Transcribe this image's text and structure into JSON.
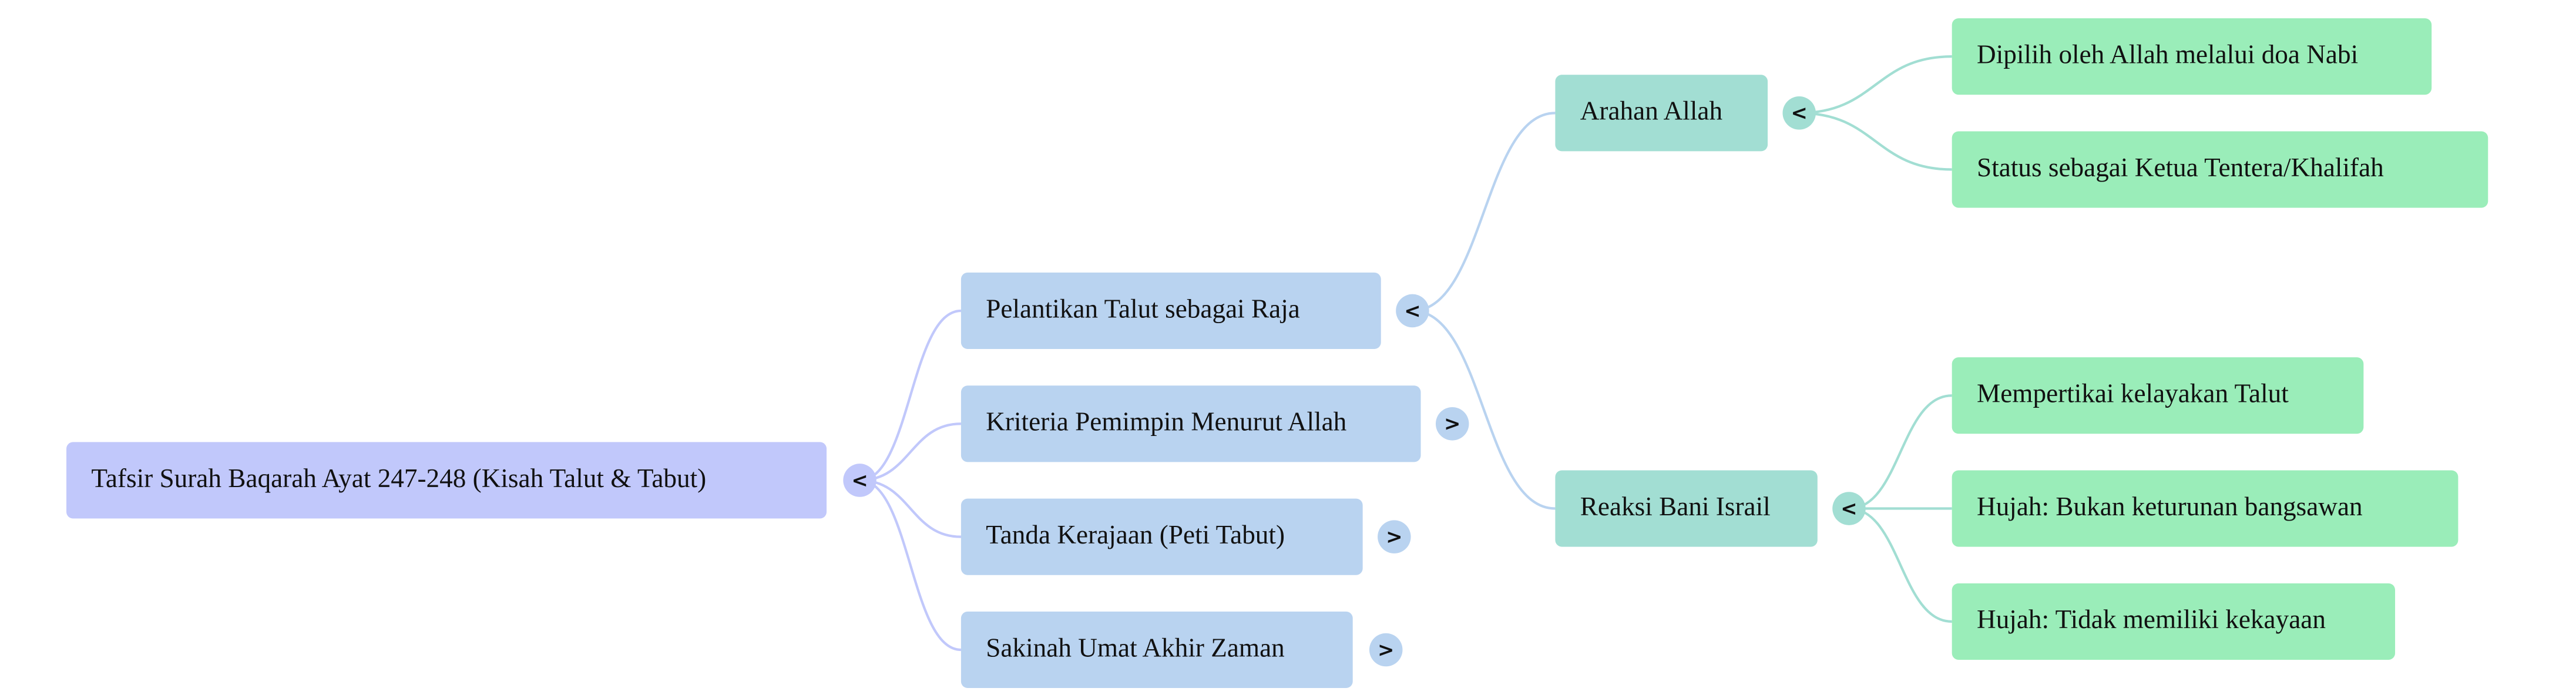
{
  "mindmap": {
    "root": {
      "label": "Tafsir Surah Baqarah Ayat 247-248 (Kisah Talut & Tabut)",
      "toggle": "<",
      "color": "#c1c8fb"
    },
    "branches": [
      {
        "label": "Pelantikan Talut sebagai Raja",
        "toggle": "<",
        "color": "#b9d3f0",
        "children": [
          {
            "label": "Arahan Allah",
            "toggle": "<",
            "color": "#a2ded3",
            "children": [
              {
                "label": "Dipilih oleh Allah melalui doa Nabi",
                "color": "#9aedb9"
              },
              {
                "label": "Status sebagai Ketua Tentera/Khalifah",
                "color": "#9aedb9"
              }
            ]
          },
          {
            "label": "Reaksi Bani Israil",
            "toggle": "<",
            "color": "#a2ded3",
            "children": [
              {
                "label": "Mempertikai kelayakan Talut",
                "color": "#9aedb9"
              },
              {
                "label": "Hujah: Bukan keturunan bangsawan",
                "color": "#9aedb9"
              },
              {
                "label": "Hujah: Tidak memiliki kekayaan",
                "color": "#9aedb9"
              }
            ]
          }
        ]
      },
      {
        "label": "Kriteria Pemimpin Menurut Allah",
        "toggle": ">",
        "color": "#b9d3f0"
      },
      {
        "label": "Tanda Kerajaan (Peti Tabut)",
        "toggle": ">",
        "color": "#b9d3f0"
      },
      {
        "label": "Sakinah Umat Akhir Zaman",
        "toggle": ">",
        "color": "#b9d3f0"
      }
    ],
    "link_colors": {
      "level1": "#c1c8fb",
      "level2": "#b9d3f0",
      "level3": "#a2ded3"
    }
  }
}
